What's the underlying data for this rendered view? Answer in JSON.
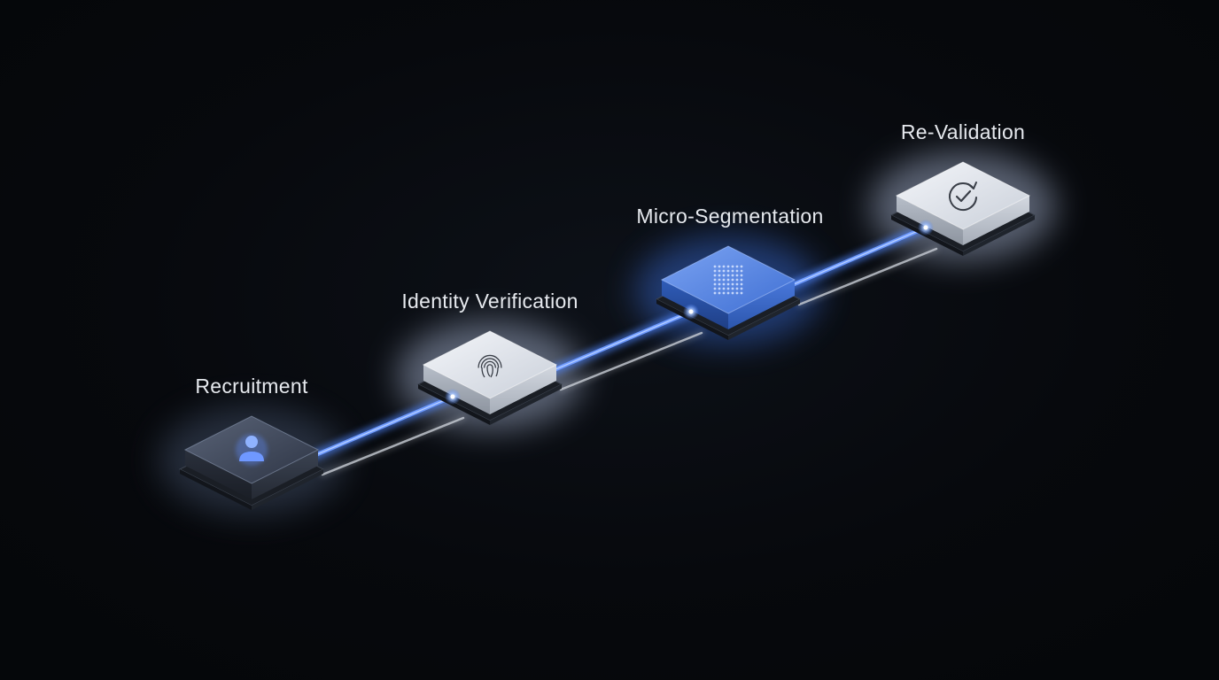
{
  "diagram": {
    "colors": {
      "background": "#06080c",
      "blue_beam": "#4f86ff",
      "silver_beam": "#c9ced6",
      "accent_blue": "#4a7fe0",
      "label_text": "#e6e9ee"
    },
    "stages": [
      {
        "label": "Recruitment",
        "icon": "user-icon",
        "style": "dark"
      },
      {
        "label": "Identity Verification",
        "icon": "fingerprint-icon",
        "style": "light"
      },
      {
        "label": "Micro-Segmentation",
        "icon": "dot-grid-icon",
        "style": "blue"
      },
      {
        "label": "Re-Validation",
        "icon": "check-circle-refresh-icon",
        "style": "light"
      }
    ]
  }
}
